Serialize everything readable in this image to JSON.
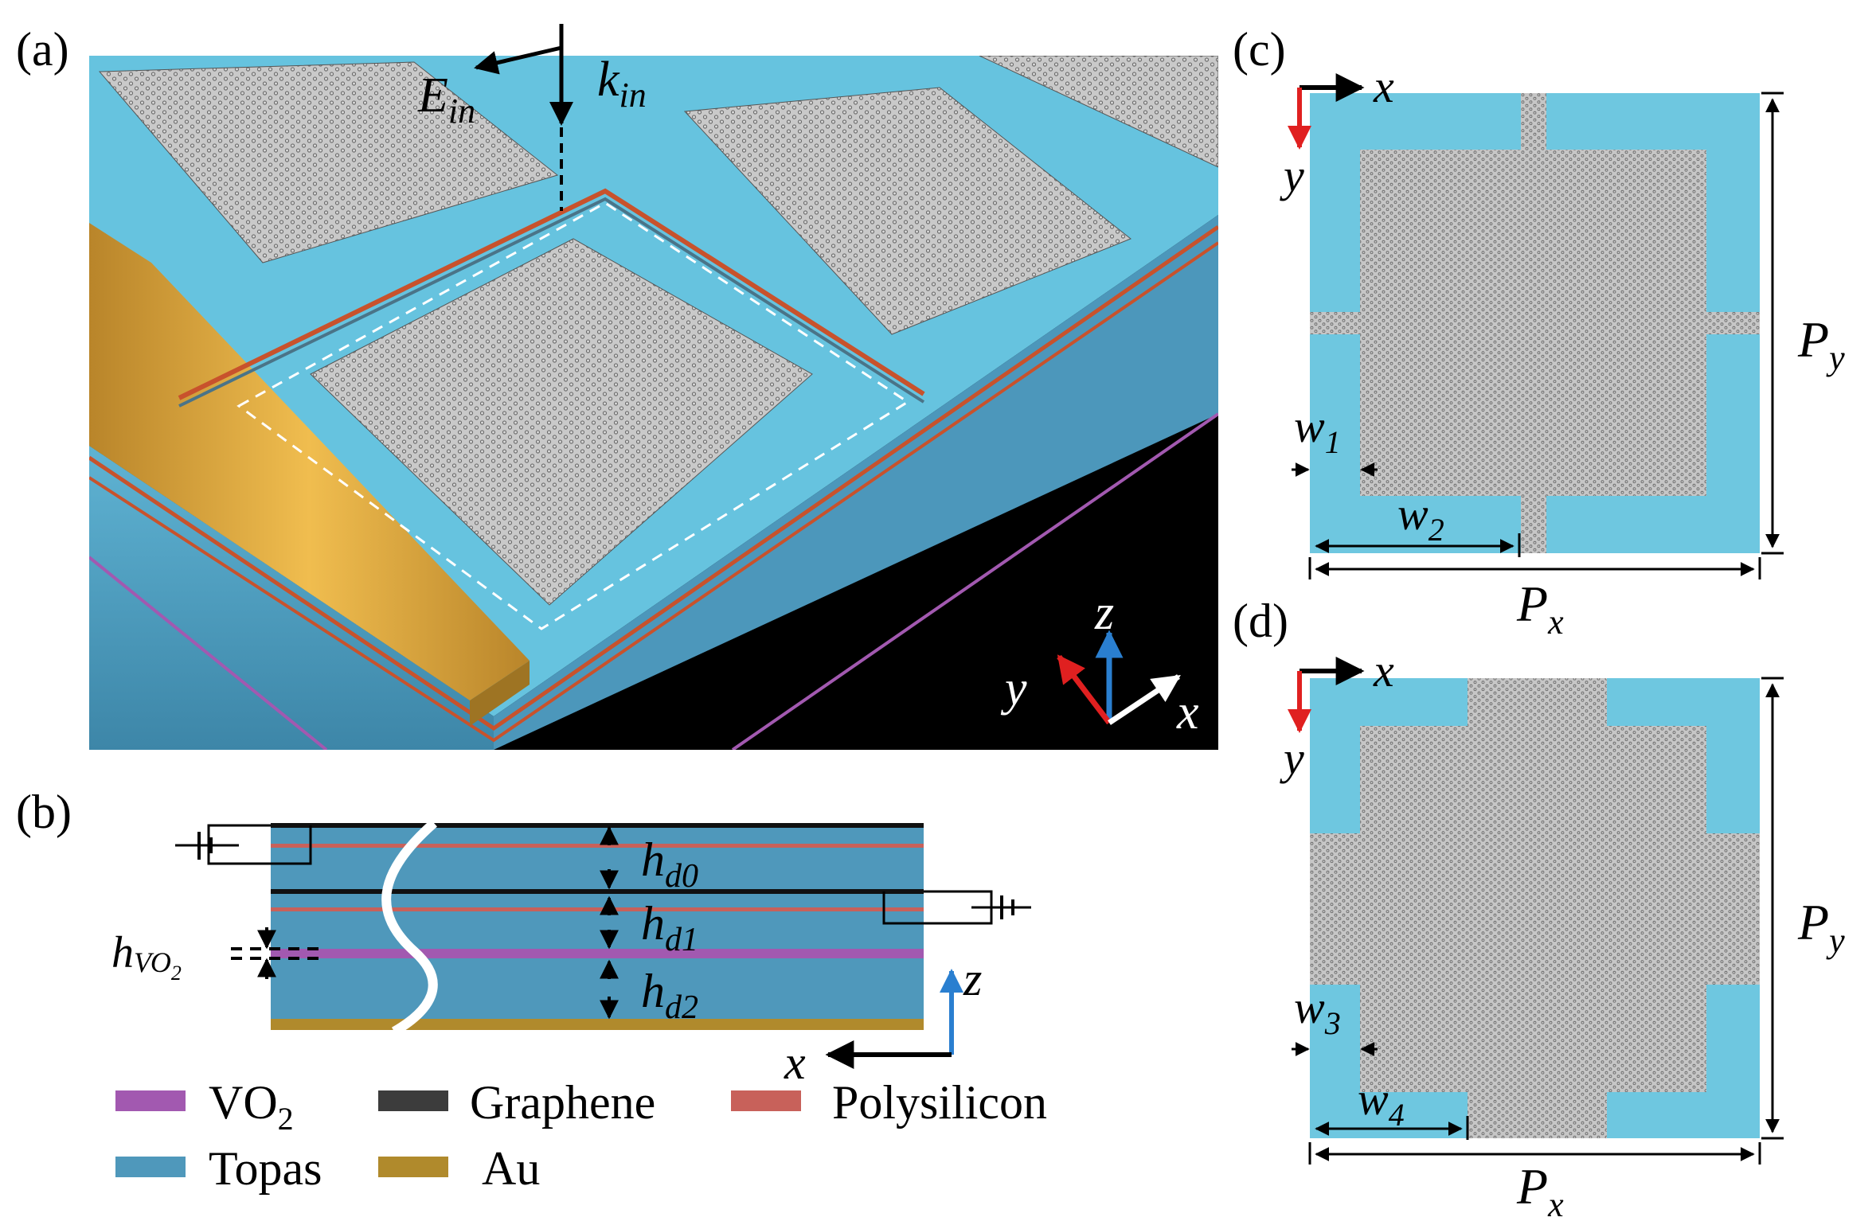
{
  "panels": {
    "a": {
      "label": "(a)",
      "e_field": {
        "main": "E",
        "sub": "in"
      },
      "k_vector": {
        "main": "k",
        "sub": "in"
      },
      "axes": {
        "x": "x",
        "y": "y",
        "z": "z"
      }
    },
    "b": {
      "label": "(b)",
      "h_d0": {
        "main": "h",
        "sub": "d0"
      },
      "h_d1": {
        "main": "h",
        "sub": "d1"
      },
      "h_d2": {
        "main": "h",
        "sub": "d2"
      },
      "h_vo2": {
        "main": "h",
        "sub": "VO",
        "subsub": "2"
      },
      "axes": {
        "x": "x",
        "z": "z"
      }
    },
    "c": {
      "label": "(c)",
      "axes": {
        "x": "x",
        "y": "y"
      },
      "w1": {
        "main": "w",
        "sub": "1"
      },
      "w2": {
        "main": "w",
        "sub": "2"
      },
      "px": {
        "main": "P",
        "sub": "x"
      },
      "py": {
        "main": "P",
        "sub": "y"
      }
    },
    "d": {
      "label": "(d)",
      "axes": {
        "x": "x",
        "y": "y"
      },
      "w3": {
        "main": "w",
        "sub": "3"
      },
      "w4": {
        "main": "w",
        "sub": "4"
      },
      "px": {
        "main": "P",
        "sub": "x"
      },
      "py": {
        "main": "P",
        "sub": "y"
      }
    }
  },
  "legend": [
    {
      "label": "VO",
      "sub": "2",
      "color": "#a259b0"
    },
    {
      "label": "Graphene",
      "color": "#3c3c3c"
    },
    {
      "label": "Polysilicon",
      "color": "#c8615a"
    },
    {
      "label": "Topas",
      "color": "#4f98bb"
    },
    {
      "label": "Au",
      "color": "#b08a2c"
    }
  ],
  "colors": {
    "topas_light": "#6ec7e0",
    "topas_dark": "#4f98bb",
    "graphene": "#9a9a9a",
    "polysilicon": "#c8615a",
    "vo2": "#a259b0",
    "gold": "#d9a13a",
    "axis_red": "#e02020",
    "axis_blue": "#2a7fd0"
  }
}
